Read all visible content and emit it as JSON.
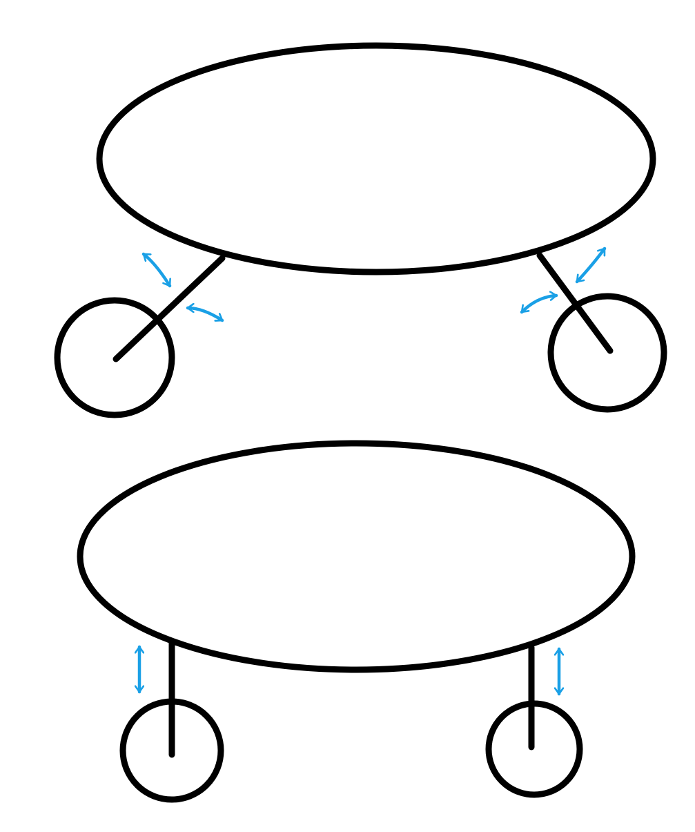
{
  "diagram": {
    "stroke_color": "#000000",
    "arrow_color": "#1aa0e6",
    "background": "#ffffff",
    "figures": [
      {
        "name": "figure-top",
        "body": "ellipse",
        "legs": "angled",
        "wheels": 2,
        "arrow_style": "curved-double-headed",
        "arrow_count": 4
      },
      {
        "name": "figure-bottom",
        "body": "ellipse",
        "legs": "vertical",
        "wheels": 2,
        "arrow_style": "straight-vertical-double-headed",
        "arrow_count": 2
      }
    ]
  }
}
